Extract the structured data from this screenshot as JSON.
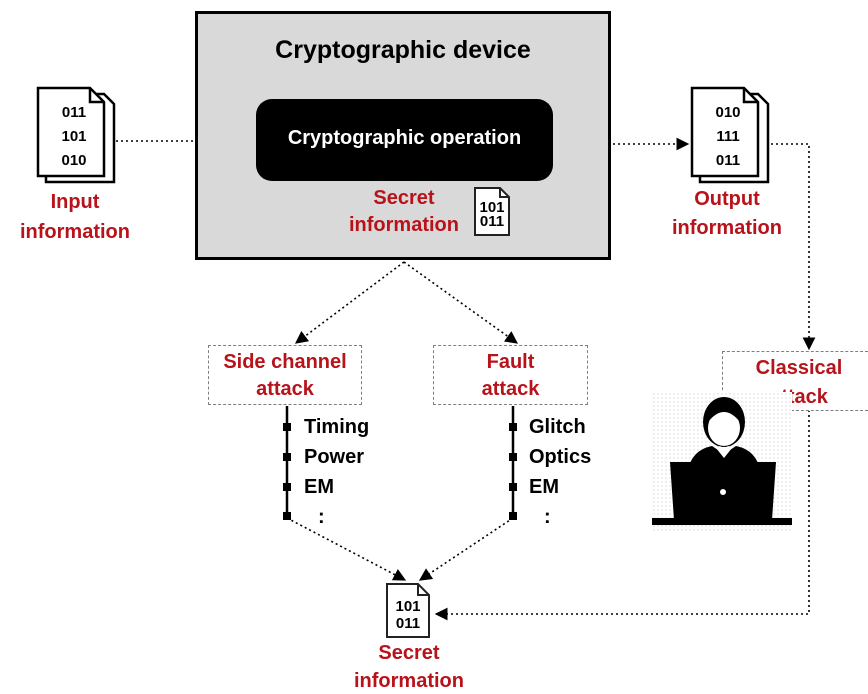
{
  "device": {
    "title": "Cryptographic device",
    "operation_label": "Cryptographic operation",
    "secret_label_1": "Secret",
    "secret_label_2": "information",
    "secret_doc_lines": [
      "101",
      "011"
    ]
  },
  "input": {
    "doc_lines": [
      "011",
      "101",
      "010"
    ],
    "label_1": "Input",
    "label_2": "information"
  },
  "output": {
    "doc_lines": [
      "010",
      "111",
      "011"
    ],
    "label_1": "Output",
    "label_2": "information"
  },
  "attacks": {
    "side_channel": {
      "label_1": "Side channel",
      "label_2": "attack",
      "items": [
        "Timing",
        "Power",
        "EM",
        ":"
      ]
    },
    "fault": {
      "label_1": "Fault",
      "label_2": "attack",
      "items": [
        "Glitch",
        "Optics",
        "EM",
        ":"
      ]
    },
    "classical": {
      "label_1": "Classical",
      "label_2": "attack"
    }
  },
  "result": {
    "doc_lines": [
      "101",
      "011"
    ],
    "label_1": "Secret",
    "label_2": "information"
  },
  "colors": {
    "accent_red": "#b8121b",
    "device_fill": "#d9d9d9",
    "pill_fill": "#000000",
    "dashed_border": "#7f7f7f"
  }
}
